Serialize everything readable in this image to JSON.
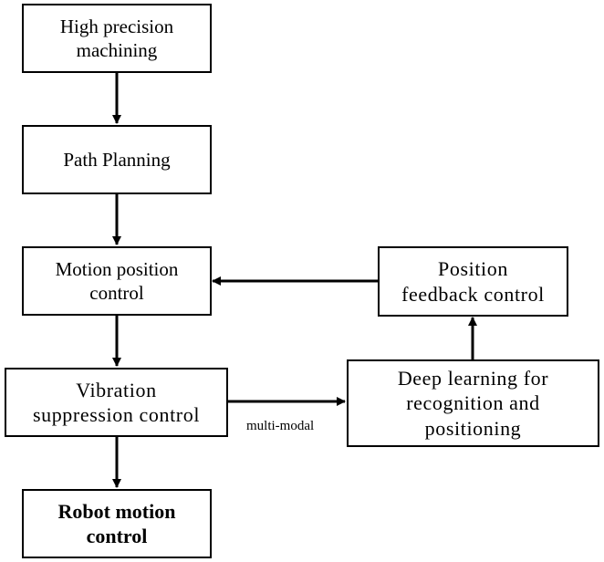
{
  "diagram": {
    "nodes": {
      "high_precision": "High precision\nmachining",
      "path_planning": "Path Planning",
      "motion_position": "Motion position\ncontrol",
      "vibration": "Vibration\nsuppression control",
      "robot_motion": "Robot motion\ncontrol",
      "position_feedback": "Position\nfeedback control",
      "deep_learning": "Deep learning for\nrecognition and\npositioning"
    },
    "edge_labels": {
      "vibration_to_deep": "multi-modal"
    }
  }
}
